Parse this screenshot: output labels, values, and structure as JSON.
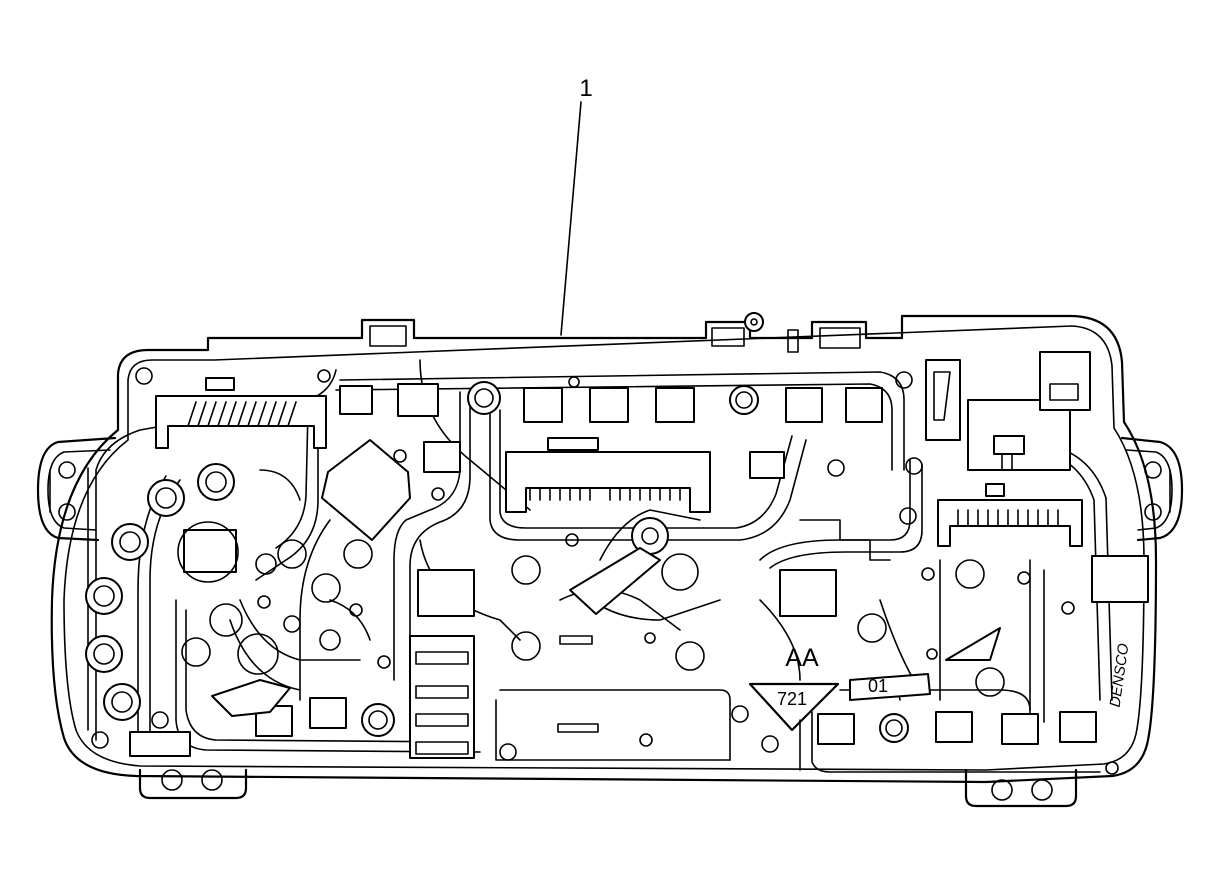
{
  "callouts": [
    {
      "label": "1"
    }
  ],
  "markings": {
    "code_top": "AA",
    "code_bottom": "721",
    "tag": "01",
    "maker": "DENSCO"
  }
}
